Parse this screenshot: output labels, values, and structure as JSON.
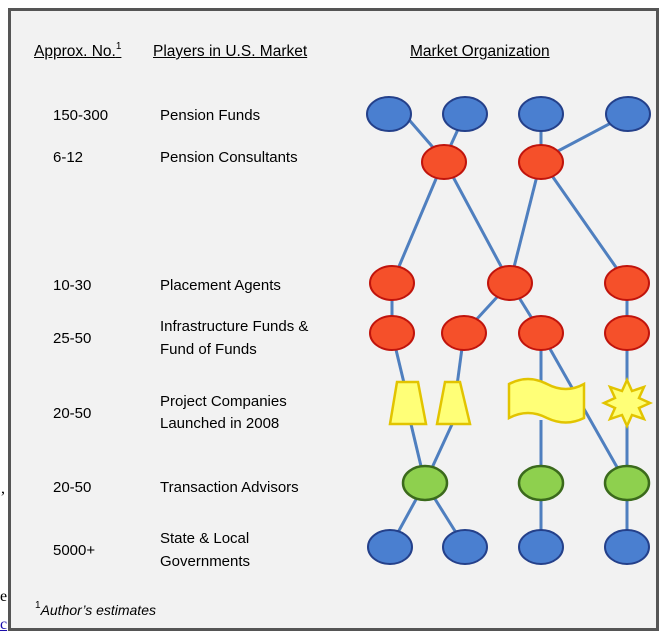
{
  "headers": {
    "approx_no": "Approx. No.",
    "footnote_mark": "1",
    "players": "Players in U.S. Market",
    "organization": "Market Organization"
  },
  "rows": [
    {
      "count": "150-300",
      "players": [
        "Pension  Funds"
      ]
    },
    {
      "count": "6-12",
      "players": [
        "Pension Consultants"
      ]
    },
    {
      "count": "10-30",
      "players": [
        "Placement Agents"
      ]
    },
    {
      "count": "25-50",
      "players": [
        "Infrastructure Funds &",
        "Fund of Funds"
      ]
    },
    {
      "count": "20-50",
      "players": [
        "Project Companies",
        "Launched in 2008"
      ]
    },
    {
      "count": "20-50",
      "players": [
        "Transaction Advisors"
      ]
    },
    {
      "count": "5000+",
      "players": [
        "State & Local",
        "Governments"
      ]
    }
  ],
  "footnote": {
    "mark": "1",
    "text": "Author’s estimates"
  },
  "colors": {
    "blue_fill": "#4a7fd0",
    "blue_stroke": "#24408a",
    "red_fill": "#f5502a",
    "red_stroke": "#c0140c",
    "green_fill": "#8ed04e",
    "green_stroke": "#3b6a1c",
    "yellow_fill": "#ffff77",
    "yellow_stroke": "#e2c400",
    "line": "#4f7fbf"
  },
  "edge_text": {
    "comma": ",",
    "letter_e": "e",
    "link_c": "c"
  }
}
